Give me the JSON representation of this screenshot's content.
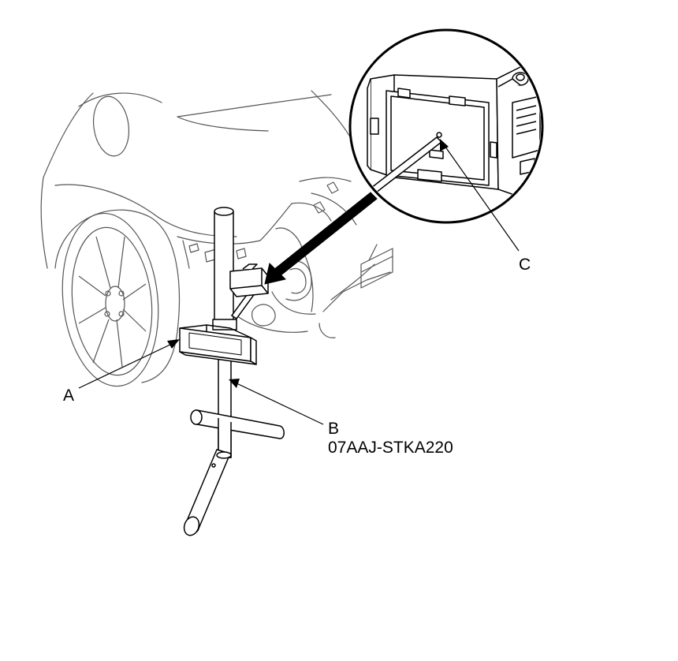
{
  "callouts": {
    "a": "A",
    "b": "B",
    "b_part_number": "07AAJ-STKA220",
    "c": "C"
  },
  "colors": {
    "line": "#000000",
    "body_line": "#555555",
    "background": "#ffffff"
  }
}
